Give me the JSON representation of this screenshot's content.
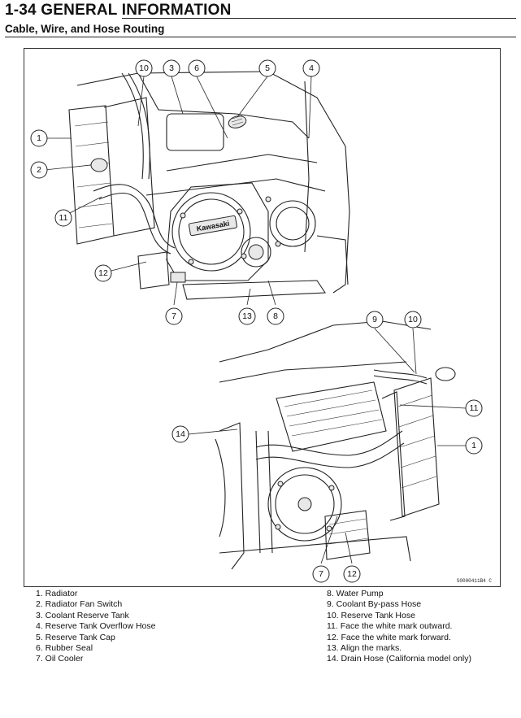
{
  "header": {
    "title": "1-34 GENERAL INFORMATION",
    "subtitle": "Cable, Wire, and Hose Routing"
  },
  "figure": {
    "code": "S0000411B4 C",
    "logo_text": "Kawasaki",
    "upper_callouts": [
      "10",
      "3",
      "6",
      "5",
      "4",
      "1",
      "2",
      "11",
      "12",
      "7",
      "13",
      "8"
    ],
    "lower_callouts": [
      "9",
      "10",
      "11",
      "1",
      "14",
      "7",
      "12"
    ]
  },
  "legend": {
    "left": [
      "1. Radiator",
      "2. Radiator Fan Switch",
      "3. Coolant Reserve Tank",
      "4. Reserve Tank Overflow Hose",
      "5. Reserve Tank Cap",
      "6. Rubber Seal",
      "7. Oil Cooler"
    ],
    "right": [
      "8. Water Pump",
      "9. Coolant By-pass Hose",
      "10. Reserve Tank Hose",
      "11. Face the white mark outward.",
      "12. Face the white mark forward.",
      "13. Align the marks.",
      "14. Drain Hose (California model only)"
    ]
  }
}
